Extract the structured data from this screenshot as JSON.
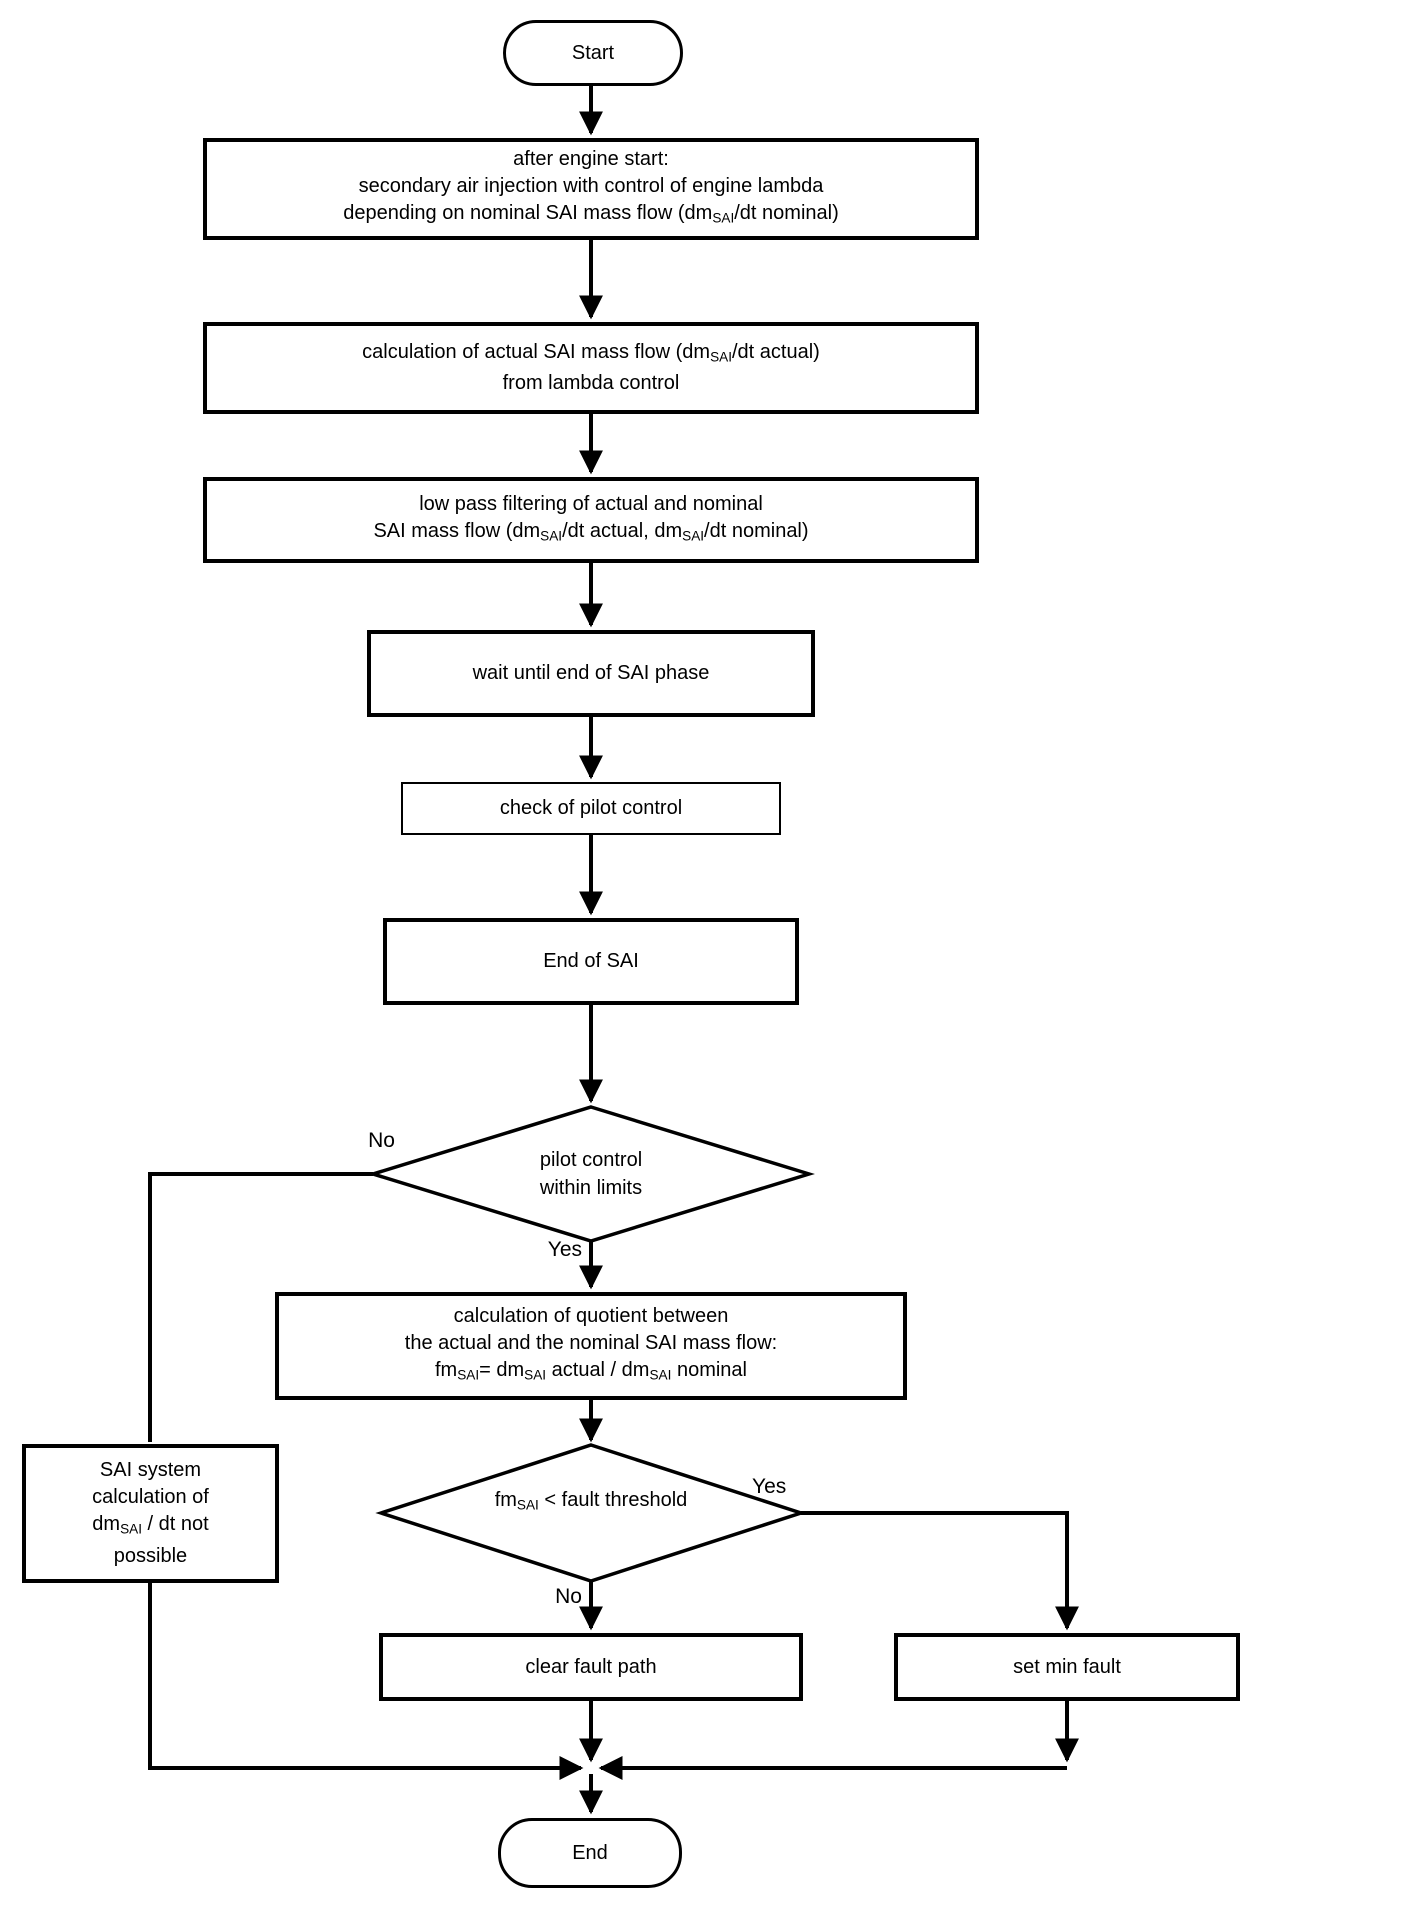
{
  "page": {
    "background_color": "#ffffff",
    "line_color": "#000000"
  },
  "flowchart": {
    "terminators": {
      "start": {
        "label": "Start"
      },
      "end": {
        "label": "End"
      }
    },
    "boxes": {
      "after_engine_start": {
        "lines": [
          [
            "after engine start:"
          ],
          [
            "secondary air injection with control of engine lambda"
          ],
          [
            "depending on nominal SAI mass flow (dm",
            {
              "sub": "SAI"
            },
            "/dt nominal)"
          ]
        ]
      },
      "calc_actual": {
        "lines": [
          [
            "calculation of actual SAI mass flow (dm",
            {
              "sub": "SAI"
            },
            "/dt actual)"
          ],
          [
            "from lambda control"
          ]
        ]
      },
      "low_pass": {
        "lines": [
          [
            "low pass filtering of actual and nominal"
          ],
          [
            "SAI mass flow (dm",
            {
              "sub": "SAI"
            },
            "/dt actual, dm",
            {
              "sub": "SAI"
            },
            "/dt nominal)"
          ]
        ]
      },
      "wait_end_of_phase": {
        "lines": [
          [
            "wait until end of SAI phase"
          ]
        ]
      },
      "check_pilot_control": {
        "lines": [
          [
            "check of pilot control"
          ]
        ]
      },
      "end_of_sai": {
        "lines": [
          [
            "End of SAI"
          ]
        ]
      },
      "quotient": {
        "lines": [
          [
            "calculation of quotient between"
          ],
          [
            "the actual and the nominal SAI mass flow:"
          ],
          [
            "fm",
            {
              "sub": "SAI"
            },
            "= dm",
            {
              "sub": "SAI"
            },
            " actual / dm",
            {
              "sub": "SAI"
            },
            " nominal"
          ]
        ]
      },
      "sai_system": {
        "lines": [
          [
            "SAI system"
          ],
          [
            "calculation of"
          ],
          [
            "dm",
            {
              "sub": "SAI"
            },
            " / dt not"
          ],
          [
            "possible"
          ]
        ]
      },
      "clear_fault_path": {
        "lines": [
          [
            "clear fault path"
          ]
        ]
      },
      "set_min_fault": {
        "lines": [
          [
            "set min fault"
          ]
        ]
      }
    },
    "decisions": {
      "pilot_within_limits": {
        "lines": [
          [
            "pilot control"
          ],
          [
            "within limits"
          ]
        ]
      },
      "fault_threshold": {
        "lines": [
          [
            "fm",
            {
              "sub": "SAI"
            },
            " < fault threshold"
          ]
        ]
      }
    },
    "edge_labels": {
      "d1_no": "No",
      "d1_yes": "Yes",
      "d2_no": "No",
      "d2_yes": "Yes"
    }
  }
}
